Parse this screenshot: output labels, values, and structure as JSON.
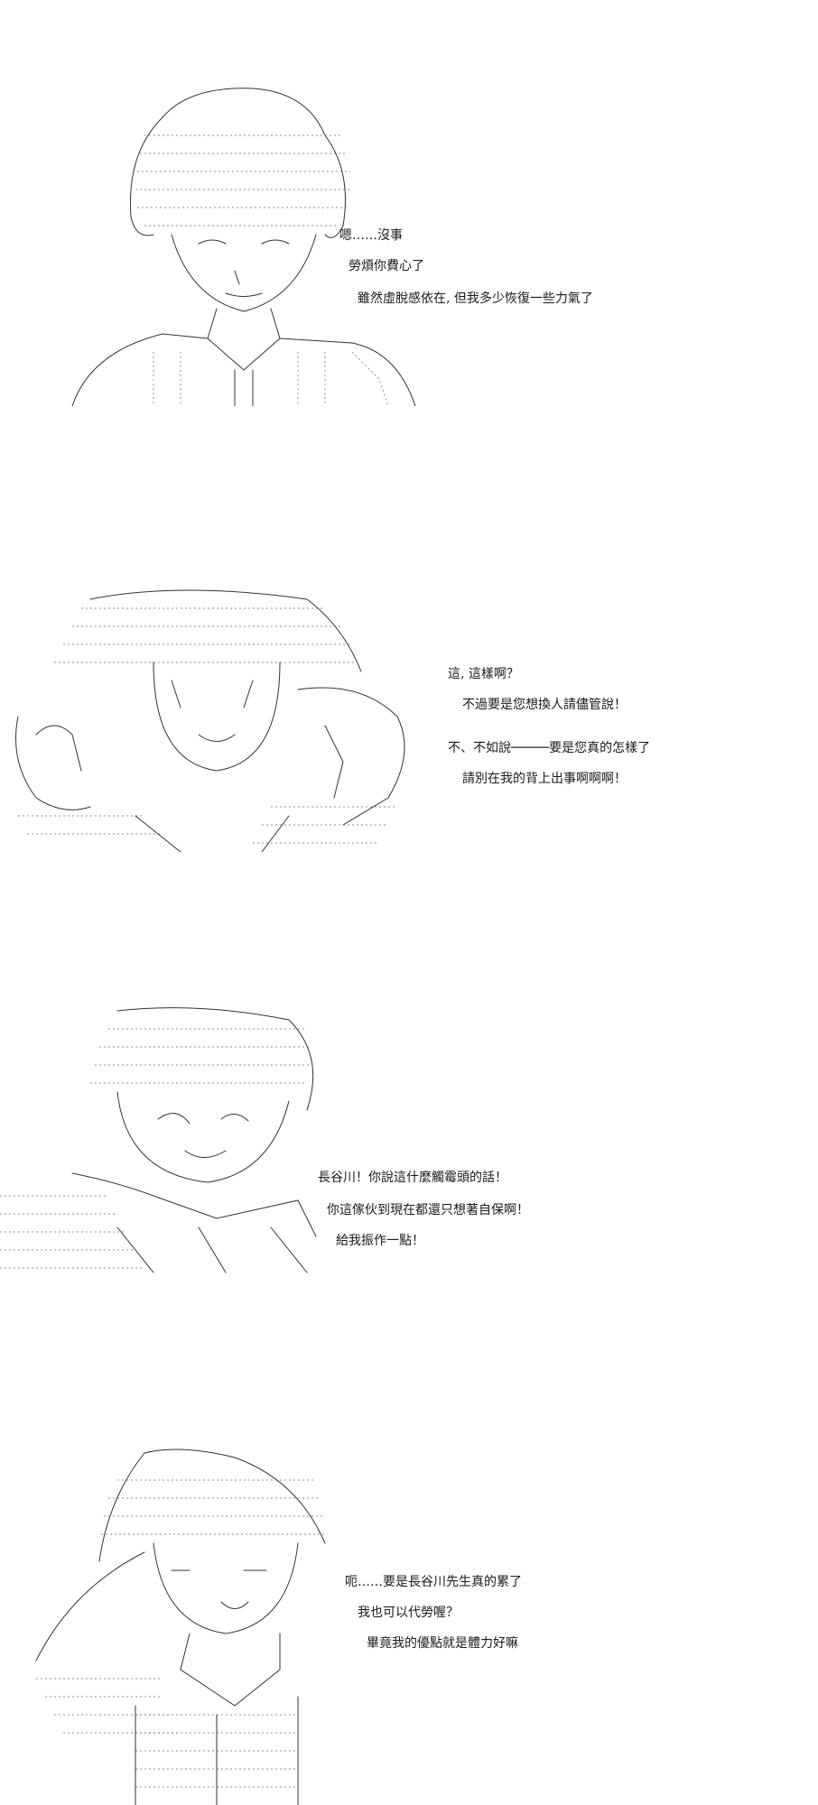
{
  "colors": {
    "background": "#ffffff",
    "text": "#1a1a1a",
    "art": "#333333"
  },
  "panels": [
    {
      "id": "panel-1",
      "lines": [
        "嗯……沒事",
        "勞煩你費心了",
        "雖然虛脫感依在, 但我多少恢復一些力氣了"
      ]
    },
    {
      "id": "panel-2",
      "lines": [
        "這, 這樣啊？",
        "不過要是您想換人請儘管說！",
        "不、不如說─────要是您真的怎樣了",
        "請別在我的背上出事啊啊啊！"
      ]
    },
    {
      "id": "panel-3",
      "lines": [
        "長谷川！你說這什麼觸霉頭的話！",
        "你這傢伙到現在都還只想著自保啊！",
        "給我振作一點！"
      ]
    },
    {
      "id": "panel-4",
      "lines": [
        "呃……要是長谷川先生真的累了",
        "我也可以代勞喔？",
        "畢竟我的優點就是體力好嘛"
      ]
    }
  ]
}
